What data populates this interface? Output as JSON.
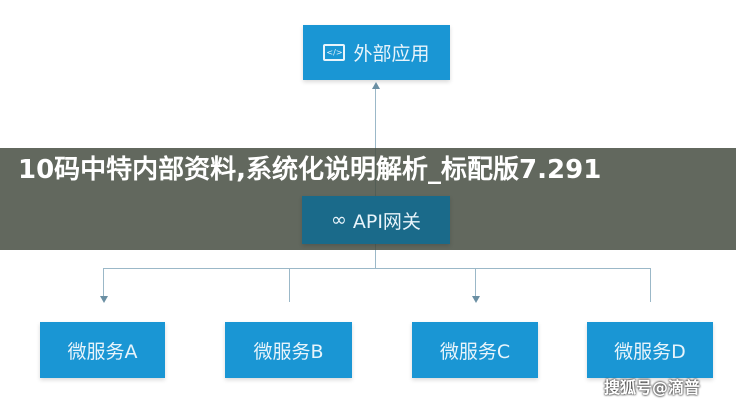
{
  "diagram": {
    "top_node": {
      "label": "外部应用",
      "icon": "monitor-code-icon"
    },
    "gateway_node": {
      "label": "API网关",
      "icon": "link-icon"
    },
    "services": [
      {
        "label": "微服务A"
      },
      {
        "label": "微服务B"
      },
      {
        "label": "微服务C"
      },
      {
        "label": "微服务D"
      }
    ]
  },
  "overlay": {
    "title": "10码中特内部资料,系统化说明解析_标配版7.291"
  },
  "watermark": "搜狐号@滴普",
  "colors": {
    "node": "#1a96d4",
    "connector": "#9bb8c8"
  }
}
